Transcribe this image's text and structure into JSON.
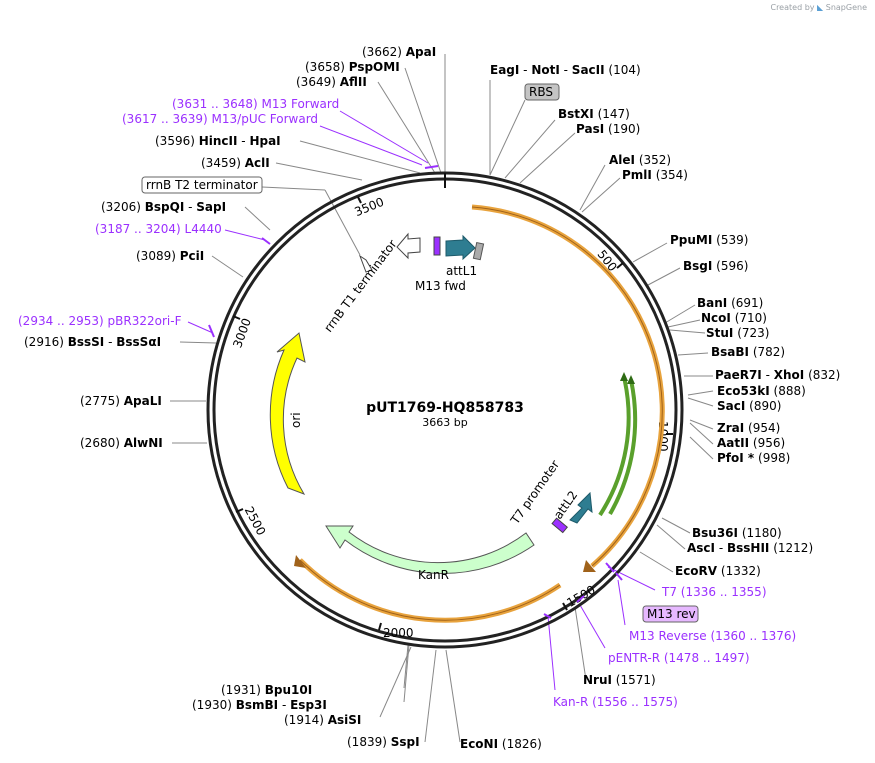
{
  "credit": {
    "created_by": "Created by",
    "app": "SnapGene"
  },
  "plasmid": {
    "name": "pUT1769-HQ858783",
    "size_label": "3663 bp",
    "length": 3663
  },
  "ring_ticks": [
    "500",
    "1000",
    "1500",
    "2000",
    "2500",
    "3000",
    "3500"
  ],
  "sites_right": [
    {
      "pos": "(104)",
      "names": [
        "EagI",
        "NotI",
        "SacII"
      ]
    },
    {
      "pos": "(147)",
      "names": [
        "BstXI"
      ]
    },
    {
      "pos": "(190)",
      "names": [
        "PasI"
      ]
    },
    {
      "pos": "(352)",
      "names": [
        "AleI"
      ]
    },
    {
      "pos": "(354)",
      "names": [
        "PmlI"
      ]
    },
    {
      "pos": "(539)",
      "names": [
        "PpuMI"
      ]
    },
    {
      "pos": "(596)",
      "names": [
        "BsgI"
      ]
    },
    {
      "pos": "(691)",
      "names": [
        "BanI"
      ]
    },
    {
      "pos": "(710)",
      "names": [
        "NcoI"
      ]
    },
    {
      "pos": "(723)",
      "names": [
        "StuI"
      ]
    },
    {
      "pos": "(782)",
      "names": [
        "BsaBI"
      ]
    },
    {
      "pos": "(832)",
      "names": [
        "PaeR7I",
        "XhoI"
      ]
    },
    {
      "pos": "(888)",
      "names": [
        "Eco53kI"
      ]
    },
    {
      "pos": "(890)",
      "names": [
        "SacI"
      ]
    },
    {
      "pos": "(954)",
      "names": [
        "ZraI"
      ]
    },
    {
      "pos": "(956)",
      "names": [
        "AatII"
      ]
    },
    {
      "pos": "(998)",
      "names": [
        "PfoI *"
      ]
    },
    {
      "pos": "(1180)",
      "names": [
        "Bsu36I"
      ]
    },
    {
      "pos": "(1212)",
      "names": [
        "AscI",
        "BssHII"
      ]
    },
    {
      "pos": "(1332)",
      "names": [
        "EcoRV"
      ]
    },
    {
      "pos": "(1571)",
      "names": [
        "NruI"
      ]
    }
  ],
  "sites_bottom": [
    {
      "pos": "(1931)",
      "names": [
        "Bpu10I"
      ]
    },
    {
      "pos": "(1930)",
      "names": [
        "BsmBI",
        "Esp3I"
      ]
    },
    {
      "pos": "(1914)",
      "names": [
        "AsiSI"
      ]
    },
    {
      "pos": "(1839)",
      "names": [
        "SspI"
      ]
    },
    {
      "pos": "(1826)",
      "names": [
        "EcoNI"
      ]
    }
  ],
  "sites_left": [
    {
      "pos": "(3662)",
      "names": [
        "ApaI"
      ]
    },
    {
      "pos": "(3658)",
      "names": [
        "PspOMI"
      ]
    },
    {
      "pos": "(3649)",
      "names": [
        "AflII"
      ]
    },
    {
      "pos": "(3596)",
      "names": [
        "HincII",
        "HpaI"
      ]
    },
    {
      "pos": "(3459)",
      "names": [
        "AclI"
      ]
    },
    {
      "pos": "(3206)",
      "names": [
        "BspQI",
        "SapI"
      ]
    },
    {
      "pos": "(3089)",
      "names": [
        "PciI"
      ]
    },
    {
      "pos": "(2916)",
      "names": [
        "BssSI",
        "BssSαI"
      ]
    },
    {
      "pos": "(2775)",
      "names": [
        "ApaLI"
      ]
    },
    {
      "pos": "(2680)",
      "names": [
        "AlwNI"
      ]
    }
  ],
  "primers": [
    {
      "name": "M13 Forward",
      "range": "(3631 .. 3648)"
    },
    {
      "name": "M13/pUC Forward",
      "range": "(3617 .. 3639)"
    },
    {
      "name": "L4440",
      "range": "(3187 .. 3204)"
    },
    {
      "name": "pBR322ori-F",
      "range": "(2934 .. 2953)"
    },
    {
      "name": "T7",
      "range": "(1336 .. 1355)"
    },
    {
      "name": "M13 Reverse",
      "range": "(1360 .. 1376)"
    },
    {
      "name": "pENTR-R",
      "range": "(1478 .. 1497)"
    },
    {
      "name": "Kan-R",
      "range": "(1556 .. 1575)"
    }
  ],
  "boxed_labels": {
    "rbs": "RBS",
    "rrnb_t2": "rrnB T2 terminator",
    "m13_rev": "M13 rev"
  },
  "features": {
    "att_l1": "attL1",
    "m13_fwd": "M13 fwd",
    "rrnb_t1": "rrnB T1 terminator",
    "ori": "ori",
    "kanr": "KanR",
    "t7_promoter": "T7 promoter",
    "att_l2": "attL2"
  },
  "colors": {
    "backbone": "#222222",
    "orange_arc": "#e8a33d",
    "green_arc": "#5aa02c",
    "ori": "#ffff00",
    "kanr": "#ccffcc",
    "attL": "#2e7d91",
    "primer": "#9b30ff"
  }
}
